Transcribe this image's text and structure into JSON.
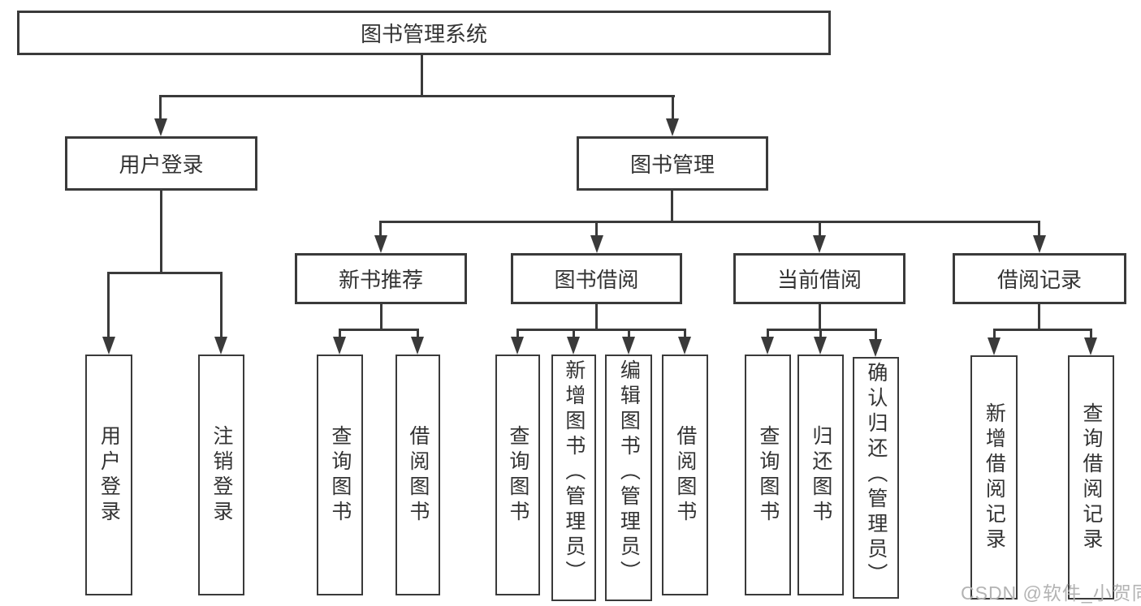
{
  "diagram": {
    "title": "图书管理系统",
    "level2": [
      {
        "label": "用户登录"
      },
      {
        "label": "图书管理"
      }
    ],
    "level3": [
      {
        "label": "新书推荐"
      },
      {
        "label": "图书借阅"
      },
      {
        "label": "当前借阅"
      },
      {
        "label": "借阅记录"
      }
    ],
    "leaves": [
      {
        "label": "用户登录"
      },
      {
        "label": "注销登录"
      },
      {
        "label": "查询图书"
      },
      {
        "label": "借阅图书"
      },
      {
        "label": "查询图书"
      },
      {
        "label": "新增图书（管理员）"
      },
      {
        "label": "编辑图书（管理员）"
      },
      {
        "label": "借阅图书"
      },
      {
        "label": "查询图书"
      },
      {
        "label": "归还图书"
      },
      {
        "label": "确认归还（管理员）"
      },
      {
        "label": "新增借阅记录"
      },
      {
        "label": "查询借阅记录"
      }
    ],
    "watermark": "CSDN @软件_小贺同学",
    "colors": {
      "line": "#3a3a3a",
      "text": "#333333",
      "watermark": "#b3b3b3",
      "background": "#ffffff"
    }
  }
}
